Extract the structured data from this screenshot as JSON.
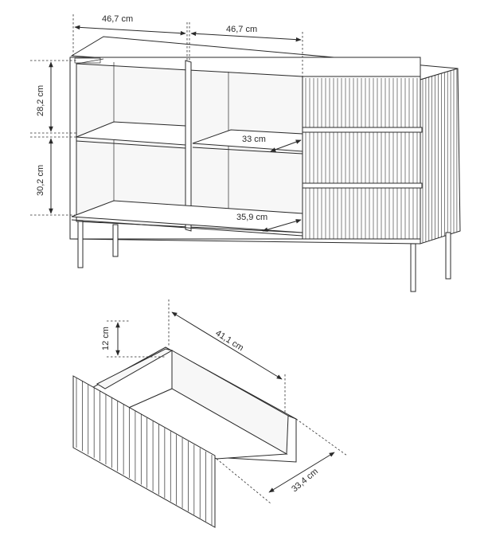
{
  "dimensions": {
    "width_left": "46,7 cm",
    "width_right": "46,7 cm",
    "height_upper": "28,2 cm",
    "height_lower": "30,2 cm",
    "shelf_depth": "33 cm",
    "bottom_depth": "35,9 cm",
    "drawer_height": "12 cm",
    "drawer_length": "41,1 cm",
    "drawer_width": "33,4 cm"
  },
  "colors": {
    "line": "#2a2a2a",
    "background": "#ffffff"
  }
}
